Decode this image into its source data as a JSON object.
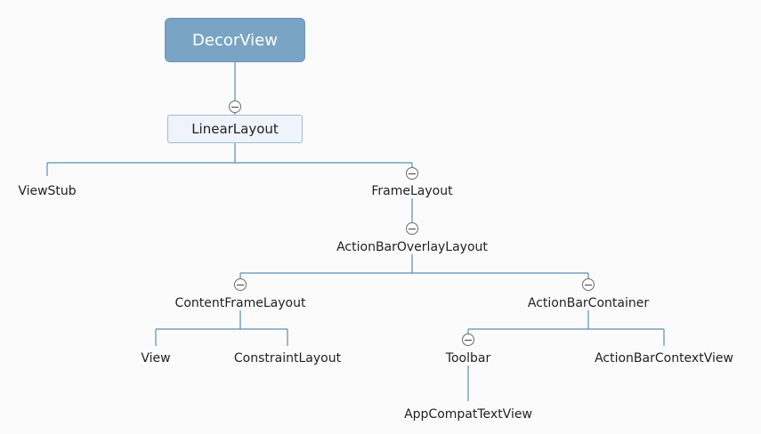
{
  "colors": {
    "root_fill": "#7aa4c4",
    "main_fill": "#eef4f9",
    "main_border": "#9dbcd3",
    "connector": "#5b8fb5"
  },
  "nodes": {
    "decor_view": "DecorView",
    "linear_layout": "LinearLayout",
    "view_stub": "ViewStub",
    "frame_layout": "FrameLayout",
    "action_bar_overlay_layout": "ActionBarOverlayLayout",
    "content_frame_layout": "ContentFrameLayout",
    "action_bar_container": "ActionBarContainer",
    "view": "View",
    "constraint_layout": "ConstraintLayout",
    "toolbar": "Toolbar",
    "action_bar_context_view": "ActionBarContextView",
    "app_compat_text_view": "AppCompatTextView"
  }
}
